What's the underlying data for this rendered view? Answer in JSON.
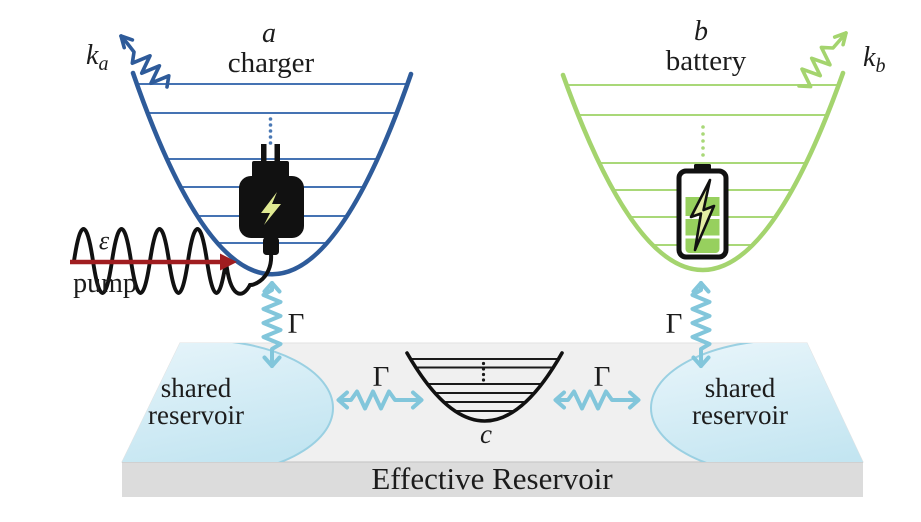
{
  "figure": {
    "charger_well": {
      "mode_label": "a",
      "name_label": "charger",
      "decay_base": "k",
      "decay_sub": "a"
    },
    "battery_well": {
      "mode_label": "b",
      "name_label": "battery",
      "decay_base": "k",
      "decay_sub": "b"
    },
    "pump": {
      "symbol": "ε",
      "label": "pump"
    },
    "coupling_symbol": "Γ",
    "center_mode": {
      "label": "c"
    },
    "shared_reservoir": {
      "line1": "shared",
      "line2": "reservoir"
    },
    "platform_title": "Effective Reservoir"
  },
  "palette": {
    "charger_blue": "#2e5b9a",
    "charger_level_blue": "#4573b3",
    "battery_green": "#a4d46e",
    "battery_level_green": "#a9d878",
    "battery_fill_green": "#97d05e",
    "coupling_teal": "#82c6db",
    "reservoir_text": "#35505e",
    "pump_red": "#a01d20",
    "bolt_yellow": "#e0ea92",
    "platform_top_gray": "#f0f0f0",
    "platform_front_gray": "#dcdcdc",
    "blob_fill_light": "#e7f5fa",
    "blob_fill_dark": "#c3e5f1",
    "blob_edge": "#9ad0e2",
    "ink_black": "#111111"
  }
}
